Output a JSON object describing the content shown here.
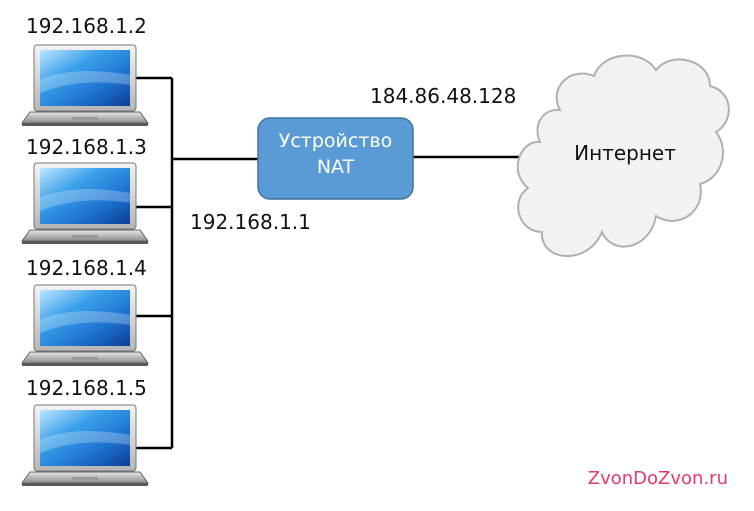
{
  "hosts": [
    {
      "ip": "192.168.1.2"
    },
    {
      "ip": "192.168.1.3"
    },
    {
      "ip": "192.168.1.4"
    },
    {
      "ip": "192.168.1.5"
    }
  ],
  "nat_device": {
    "line1": "Устройство",
    "line2": "NAT",
    "lan_ip": "192.168.1.1",
    "wan_ip": "184.86.48.128",
    "fill_color": "#5b9bd5"
  },
  "internet": {
    "label": "Интернет"
  },
  "watermark": "ZvonDoZvon.ru",
  "colors": {
    "link": "#000000",
    "cloud_fill": "#f2f2f2",
    "cloud_stroke": "#b0b0b0",
    "watermark": "#e23a6a"
  }
}
